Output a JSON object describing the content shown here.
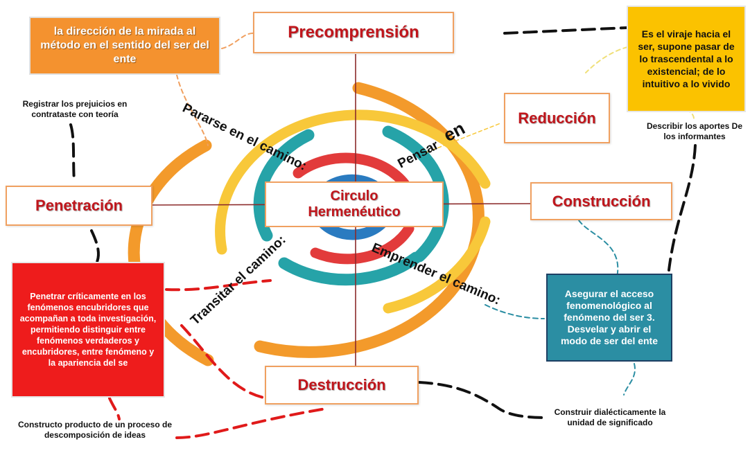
{
  "center": {
    "line1": "Circulo",
    "line2": "Hermenéutico"
  },
  "stages": {
    "precomprension": "Precomprensión",
    "reduccion": "Reducción",
    "penetracion": "Penetración",
    "construccion": "Construcción",
    "destruccion": "Destrucción"
  },
  "info_boxes": {
    "orange_top_left": "la dirección de la mirada al método en el sentido del ser del ente",
    "yellow_top_right": "Es el viraje hacia el ser, supone pasar de lo trascendental a lo existencial; de lo intuitivo a lo vivido",
    "red_left": "Penetrar críticamente en los fenómenos encubridores que acompañan a toda investigación, permitiendo distinguir entre fenómenos verdaderos y encubridores, entre fenómeno y la apariencia del se",
    "teal_right": "Asegurar el acceso fenomenológico al fenómeno del ser 3. Desvelar y abrir el modo de ser del ente"
  },
  "notes": {
    "registrar": "Registrar los prejuicios en contrataste con teoría",
    "describir": "Describir los aportes De los informantes",
    "constructo": "Constructo producto de un proceso de descomposición de ideas",
    "construir": "Construir dialécticamente la unidad de significado"
  },
  "path_labels": {
    "pararse": "Pararse en el camino:",
    "pensar": "Pensar",
    "pensar_en": "en",
    "transitar": "Transitar el camino:",
    "emprender": "Emprender el camino:"
  },
  "colors": {
    "ring_orange": "#f39a2b",
    "ring_yellow": "#f8c83a",
    "ring_teal": "#26a3a8",
    "ring_red": "#e23b3b",
    "ring_blue": "#2a7bc0",
    "stage_text": "#c0161c",
    "box_orange": "#f4922f",
    "box_yellow": "#fbc200",
    "box_red": "#ee1c1c",
    "box_teal": "#2b8ea3",
    "axis": "#8b2a2a"
  }
}
